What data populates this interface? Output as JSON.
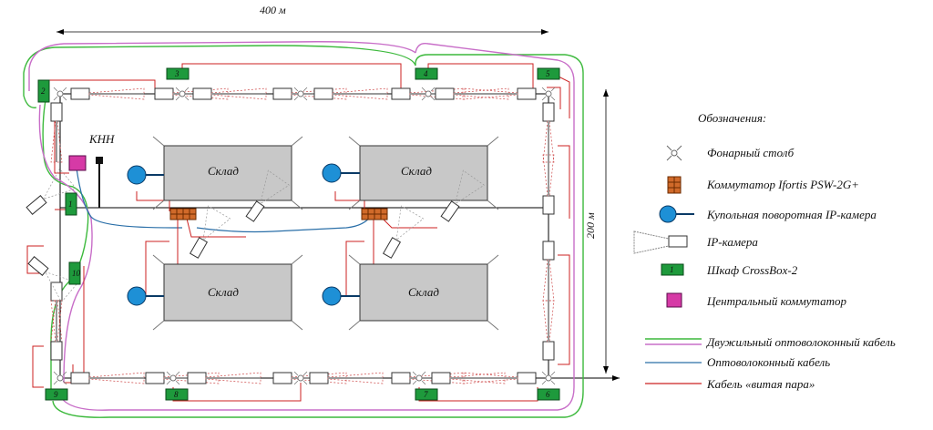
{
  "dimensions": {
    "width_label": "400 м",
    "height_label": "200 м"
  },
  "central_label": "КНН",
  "warehouses": [
    "Склад",
    "Склад",
    "Склад",
    "Склад"
  ],
  "cabinets": [
    "2",
    "3",
    "4",
    "5",
    "1",
    "10",
    "9",
    "8",
    "7",
    "6"
  ],
  "legend": {
    "title": "Обозначения:",
    "items": [
      {
        "key": "lamp",
        "label": "Фонарный столб"
      },
      {
        "key": "switch",
        "label": "Коммутатор Ifortis PSW-2G+"
      },
      {
        "key": "dome",
        "label": "Купольная поворотная IP-камера"
      },
      {
        "key": "ipcam",
        "label": "IP-камера"
      },
      {
        "key": "crossbox",
        "label": "Шкаф CrossBox-2",
        "badge": "1"
      },
      {
        "key": "central",
        "label": "Центральный коммутатор"
      },
      {
        "key": "fiber2",
        "label": "Двужильный оптоволоконный кабель"
      },
      {
        "key": "fiber",
        "label": "Оптоволоконный кабель"
      },
      {
        "key": "utp",
        "label": "Кабель «витая пара»"
      }
    ]
  },
  "colors": {
    "green_cable": "#3cb93c",
    "pink_cable": "#c86ec8",
    "blue_cable": "#2a6fa8",
    "red_cable": "#cc2222",
    "cabinet": "#1e9a3c",
    "switch": "#d06a2a",
    "dome": "#1e90d6",
    "central": "#d63aa6",
    "warehouse": "#c8c8c8"
  }
}
